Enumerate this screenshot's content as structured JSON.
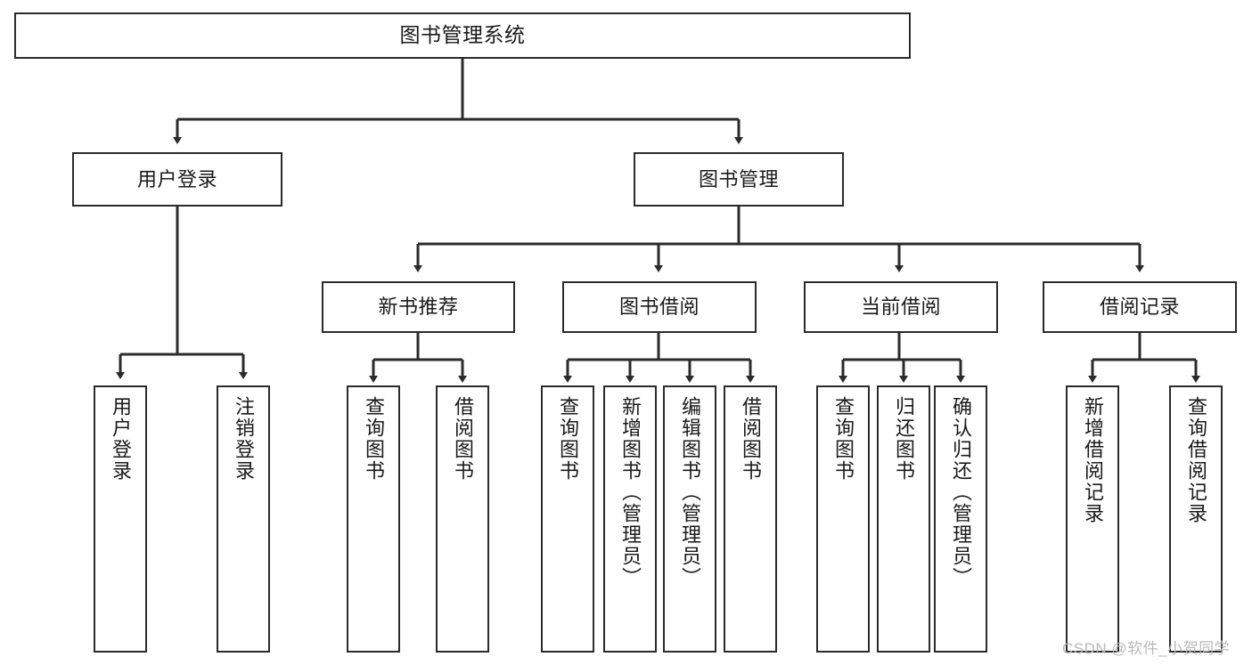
{
  "diagram": {
    "type": "tree-hierarchy",
    "title": "图书管理系统",
    "root": {
      "label": "图书管理系统"
    },
    "level2": [
      {
        "label": "用户登录"
      },
      {
        "label": "图书管理"
      }
    ],
    "level3": [
      {
        "label": "新书推荐"
      },
      {
        "label": "图书借阅"
      },
      {
        "label": "当前借阅"
      },
      {
        "label": "借阅记录"
      }
    ],
    "leaves": {
      "user_login": [
        {
          "label": "用户登录"
        },
        {
          "label": "注销登录"
        }
      ],
      "new_book_recommend": [
        {
          "label": "查询图书"
        },
        {
          "label": "借阅图书"
        }
      ],
      "book_borrow": [
        {
          "label": "查询图书"
        },
        {
          "label": "新增图书（管理员）"
        },
        {
          "label": "编辑图书（管理员）"
        },
        {
          "label": "借阅图书"
        }
      ],
      "current_borrow": [
        {
          "label": "查询图书"
        },
        {
          "label": "归还图书"
        },
        {
          "label": "确认归还（管理员）"
        }
      ],
      "borrow_record": [
        {
          "label": "新增借阅记录"
        },
        {
          "label": "查询借阅记录"
        }
      ]
    }
  },
  "watermark": {
    "text": "CSDN @软件_小贺同学"
  },
  "colors": {
    "stroke": "#2b2b2b",
    "fill": "#ffffff",
    "text": "#1a1a1a",
    "watermark": "#b9b9b9"
  }
}
